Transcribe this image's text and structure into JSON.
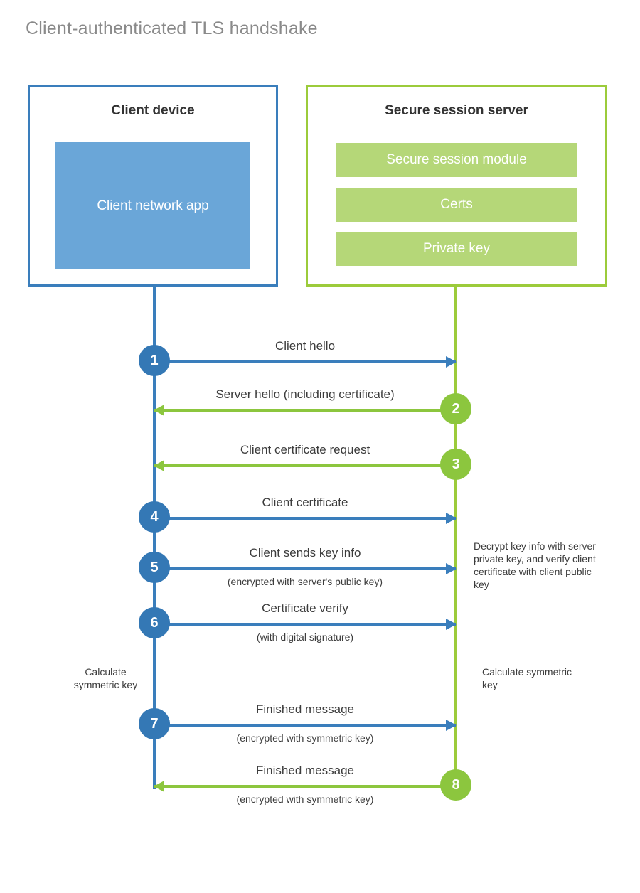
{
  "title": "Client-authenticated TLS handshake",
  "colors": {
    "client_blue": "#3a7ebc",
    "client_app_fill": "#6aa6d8",
    "server_green": "#9ccb3b",
    "server_bar_fill": "#b5d778",
    "step_blue": "#3478b5",
    "step_green": "#8cc63e",
    "title_gray": "#8a8a8a",
    "text_gray": "#3c3c3c"
  },
  "client": {
    "title": "Client device",
    "app_label": "Client network app"
  },
  "server": {
    "title": "Secure session server",
    "components": [
      {
        "label": "Secure session module"
      },
      {
        "label": "Certs"
      },
      {
        "label": "Private key"
      }
    ]
  },
  "messages": [
    {
      "step": "1",
      "label": "Client hello",
      "sublabel": "",
      "direction": "to-server",
      "color": "blue"
    },
    {
      "step": "2",
      "label": "Server hello (including certificate)",
      "sublabel": "",
      "direction": "to-client",
      "color": "green"
    },
    {
      "step": "3",
      "label": "Client certificate request",
      "sublabel": "",
      "direction": "to-client",
      "color": "green"
    },
    {
      "step": "4",
      "label": "Client certificate",
      "sublabel": "",
      "direction": "to-server",
      "color": "blue"
    },
    {
      "step": "5",
      "label": "Client sends key info",
      "sublabel": "(encrypted with server's public key)",
      "direction": "to-server",
      "color": "blue"
    },
    {
      "step": "6",
      "label": "Certificate verify",
      "sublabel": "(with digital signature)",
      "direction": "to-server",
      "color": "blue"
    },
    {
      "step": "7",
      "label": "Finished message",
      "sublabel": "(encrypted with symmetric key)",
      "direction": "to-server",
      "color": "blue"
    },
    {
      "step": "8",
      "label": "Finished message",
      "sublabel": "(encrypted with symmetric key)",
      "direction": "to-client",
      "color": "green"
    }
  ],
  "notes": {
    "decrypt": "Decrypt key info with server private key, and verify client certificate with client public key",
    "client_symmetric": "Calculate symmetric key",
    "server_symmetric": "Calculate symmetric key"
  }
}
